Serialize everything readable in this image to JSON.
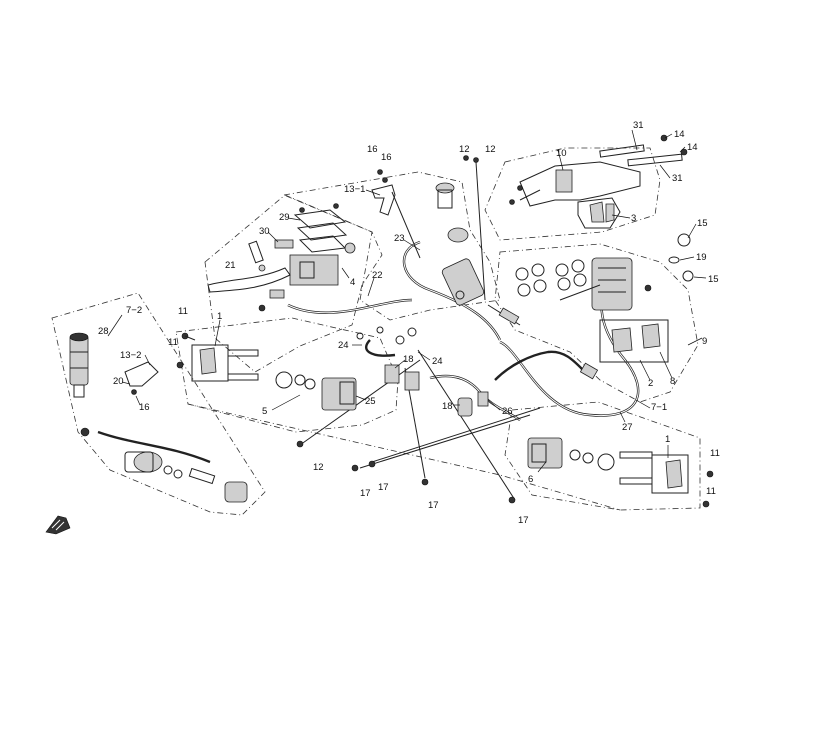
{
  "diagram": {
    "callouts": {
      "c_16a": "16",
      "c_16b": "16",
      "c_13_1": "13−1",
      "c_12a": "12",
      "c_12b": "12",
      "c_31a": "31",
      "c_14a": "14",
      "c_14b": "14",
      "c_31b": "31",
      "c_10": "10",
      "c_3": "3",
      "c_15a": "15",
      "c_19": "19",
      "c_15b": "15",
      "c_29": "29",
      "c_30": "30",
      "c_21": "21",
      "c_4": "4",
      "c_22": "22",
      "c_23": "23",
      "c_7_2": "7−2",
      "c_28": "28",
      "c_13_2": "13−2",
      "c_20": "20",
      "c_16c": "16",
      "c_11a": "11",
      "c_11b": "11",
      "c_1a": "1",
      "c_5": "5",
      "c_24a": "24",
      "c_24b": "24",
      "c_18a": "18",
      "c_25": "25",
      "c_2": "2",
      "c_8": "8",
      "c_9": "9",
      "c_18b": "18",
      "c_26": "26",
      "c_7_1": "7−1",
      "c_27": "27",
      "c_12c": "12",
      "c_6": "6",
      "c_1b": "1",
      "c_11c": "11",
      "c_11d": "11",
      "c_17a": "17",
      "c_17b": "17",
      "c_17c": "17",
      "c_17d": "17"
    }
  }
}
